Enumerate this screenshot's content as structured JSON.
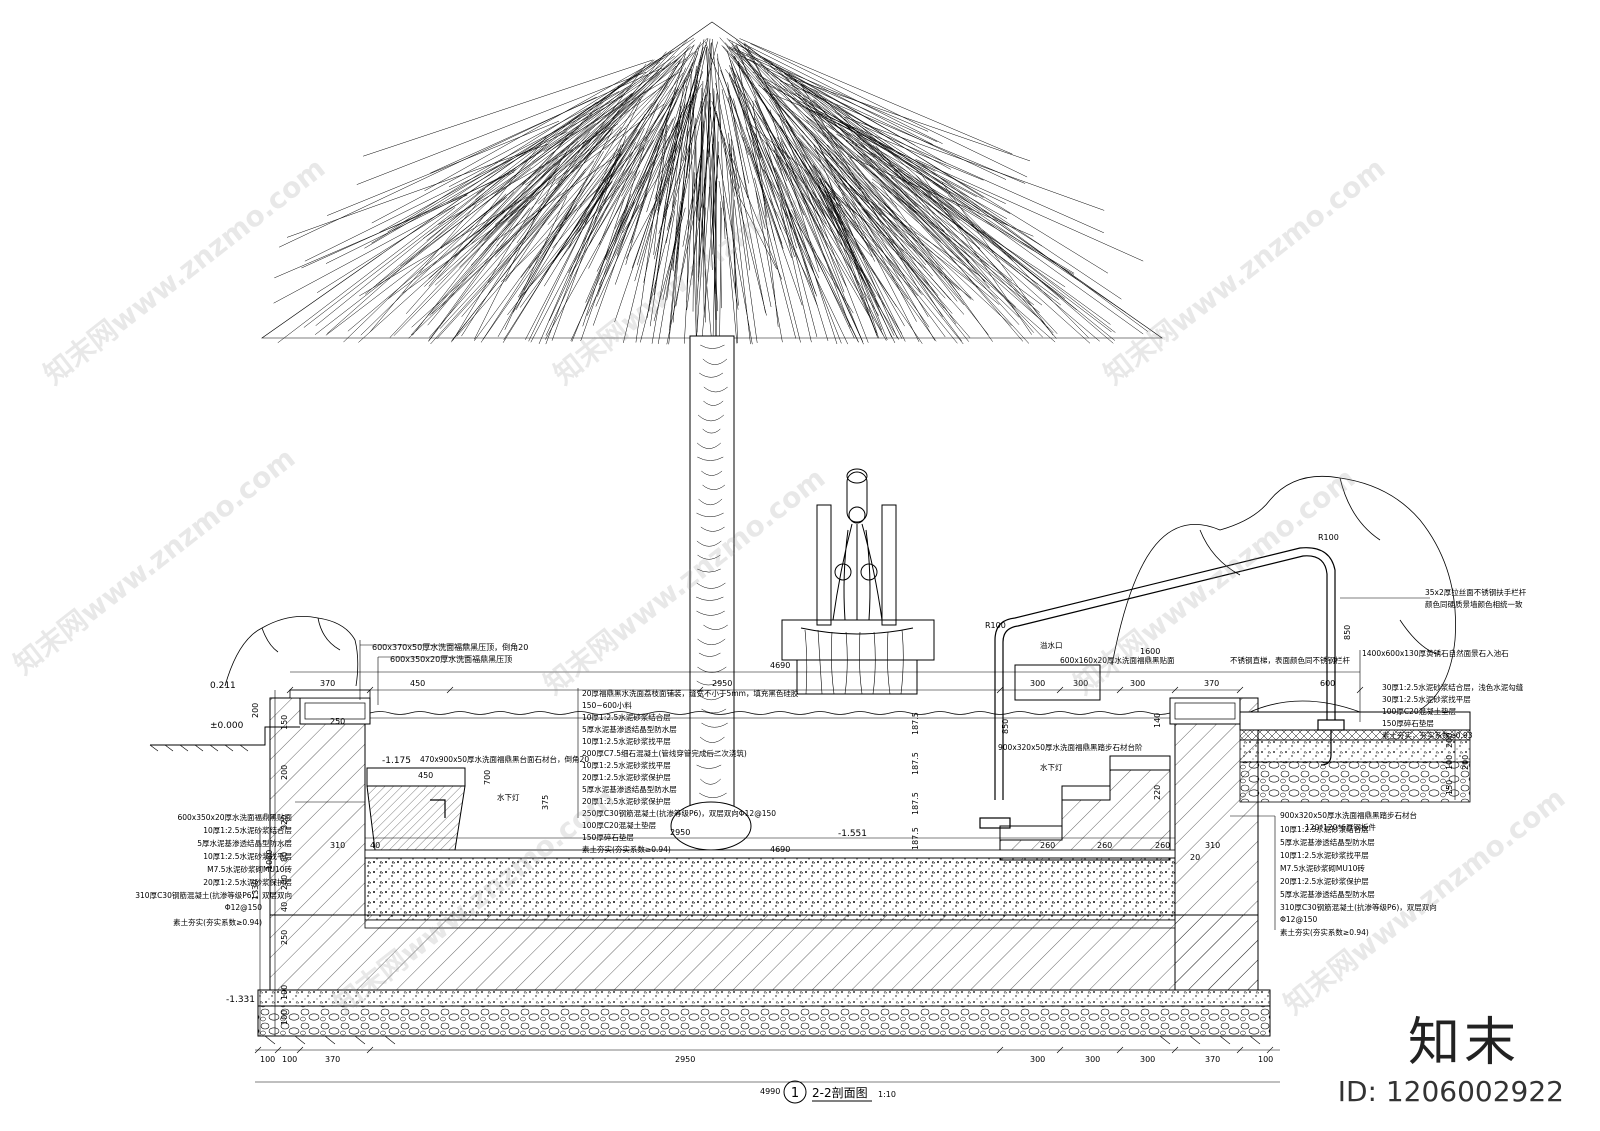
{
  "title": {
    "number": "1",
    "name": "2-2剖面图",
    "scale": "1:10"
  },
  "brand": "知末",
  "id_label": "ID: 1206002922",
  "watermark": "知末网www.znzmo.com",
  "levels": {
    "l1": "0.211",
    "l2": "±0.000",
    "l3": "-1.175",
    "l4": "-1.551",
    "l5": "-1.331"
  },
  "dimensions": {
    "top": [
      "370",
      "450",
      "300",
      "300",
      "300",
      "370",
      "600"
    ],
    "top_total": "4690",
    "top_mid": "2950",
    "mid_span": "4690",
    "bottom": [
      "100",
      "100",
      "370",
      "2950",
      "300",
      "300",
      "300",
      "370",
      "100"
    ],
    "bottom_total": "4990",
    "left_vertical": [
      "200",
      "150",
      "200",
      "320",
      "80",
      "200",
      "40",
      "250",
      "100",
      "100"
    ],
    "left_totals": [
      "1080",
      "1330"
    ],
    "right_vertical": [
      "200",
      "100",
      "150",
      "200"
    ],
    "inner": [
      "250",
      "450",
      "700",
      "375",
      "310",
      "40",
      "187.5",
      "187.5",
      "187.5",
      "187.5"
    ],
    "inner_right": [
      "140",
      "220",
      "260",
      "260",
      "260",
      "310",
      "20"
    ],
    "pipe": [
      "R100",
      "R100",
      "1600",
      "850",
      "850"
    ]
  },
  "notes_left_top": [
    "600x370x50厚水洗面福鼎黑压顶，倒角20",
    "600x350x20厚水洗面福鼎黑压顶"
  ],
  "notes_left_side": [
    "600x350x20厚水洗面福鼎黑贴面",
    "10厚1:2.5水泥砂浆结合层",
    "5厚水泥基渗透结晶型防水层",
    "10厚1:2.5水泥砂浆找平层",
    "M7.5水泥砂浆砌MU10砖",
    "20厚1:2.5水泥砂浆保护层",
    "310厚C30钢筋混凝土(抗渗等级P6)，双层双向",
    "Φ12@150",
    "素土夯实(夯实系数≥0.94)"
  ],
  "notes_center": [
    "20厚福鼎黑水洗面荔枝面铺装，缝宽不小于5mm，填充黑色硅胶",
    "150~600小料",
    "10厚1:2.5水泥砂浆结合层",
    "5厚水泥基渗透结晶型防水层",
    "10厚1:2.5水泥砂浆找平层",
    "200厚C7.5细石混凝土(管线穿管完成后二次浇筑)",
    "10厚1:2.5水泥砂浆找平层",
    "20厚1:2.5水泥砂浆保护层",
    "5厚水泥基渗透结晶型防水层",
    "20厚1:2.5水泥砂浆保护层",
    "250厚C30钢筋混凝土(抗渗等级P6)，双层双向Φ12@150",
    "100厚C20混凝土垫层",
    "150厚碎石垫层",
    "素土夯实(夯实系数≥0.94)"
  ],
  "notes_inner": [
    "470x900x50厚水洗面福鼎黑台面石材台，倒角20",
    "水下灯",
    "水下灯",
    "900x320x50厚水洗面福鼎黑踏步石材台阶",
    "600x160x20厚水洗面福鼎黑贴面",
    "溢水口",
    "不锈钢直梯，表面颜色同不锈钢栏杆"
  ],
  "notes_right": [
    "35x2厚拉丝面不锈钢扶手栏杆",
    "颜色同硬质景墙颜色相统一致",
    "1400x600x130厚黄锈石自然面景石入池石",
    "30厚1:2.5水泥砂浆结合层，浅色水泥勾缝",
    "30厚1:2.5水泥砂浆找平层",
    "100厚C20混凝土垫层",
    "150厚碎石垫层",
    "素土夯实，夯实系数≥0.93"
  ],
  "notes_right_bottom": [
    "900x320x50厚水洗面福鼎黑踏步石材台",
    "10厚1:2.5水泥砂浆结合层",
    "5厚水泥基渗透结晶型防水层",
    "10厚1:2.5水泥砂浆找平层",
    "M7.5水泥砂浆砌MU10砖",
    "20厚1:2.5水泥砂浆保护层",
    "5厚水泥基渗透结晶型防水层",
    "310厚C30钢筋混凝土(抗渗等级P6)，双层双向",
    "Φ12@150",
    "素土夯实(夯实系数≥0.94)"
  ],
  "note_plate": "120*120*6厚钢板件"
}
